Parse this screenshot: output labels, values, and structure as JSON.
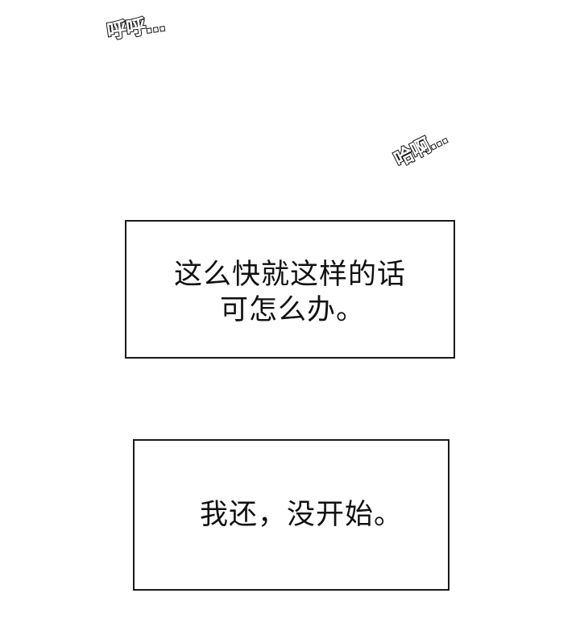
{
  "sound_effects": [
    {
      "text": "呼呼…"
    },
    {
      "text": "哈啊…"
    }
  ],
  "panels": [
    {
      "lines": [
        "这么快就这样的话",
        "可怎么办。"
      ]
    },
    {
      "lines": [
        "我还，没开始。"
      ]
    }
  ],
  "colors": {
    "background": "#ffffff",
    "text": "#111111",
    "border": "#1a1a1a"
  }
}
